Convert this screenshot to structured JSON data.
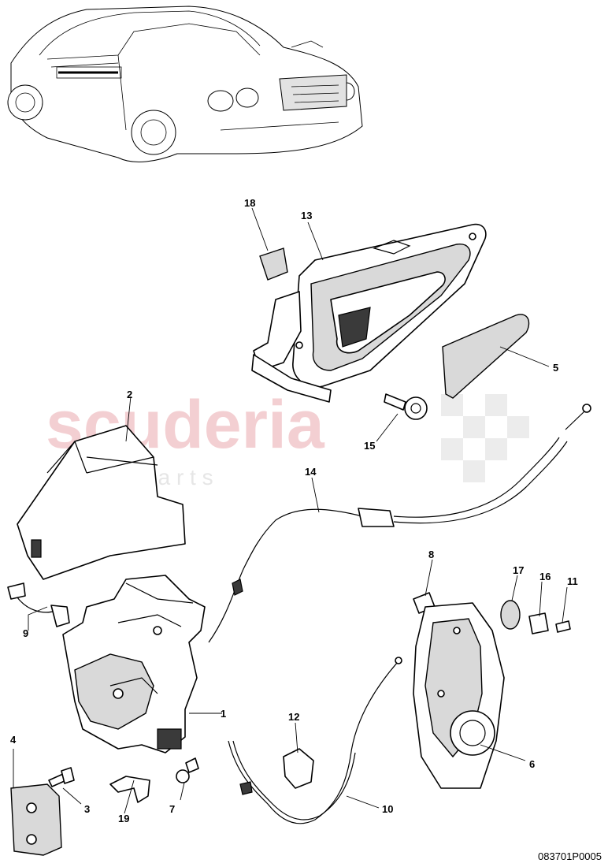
{
  "watermark": {
    "brand": "scuderia",
    "sub": "c a r   p a r t s"
  },
  "drawing_code": "083701P0005",
  "callouts": [
    "1",
    "2",
    "3",
    "4",
    "5",
    "6",
    "7",
    "8",
    "9",
    "10",
    "11",
    "12",
    "13",
    "14",
    "15",
    "16",
    "17",
    "18",
    "19"
  ]
}
